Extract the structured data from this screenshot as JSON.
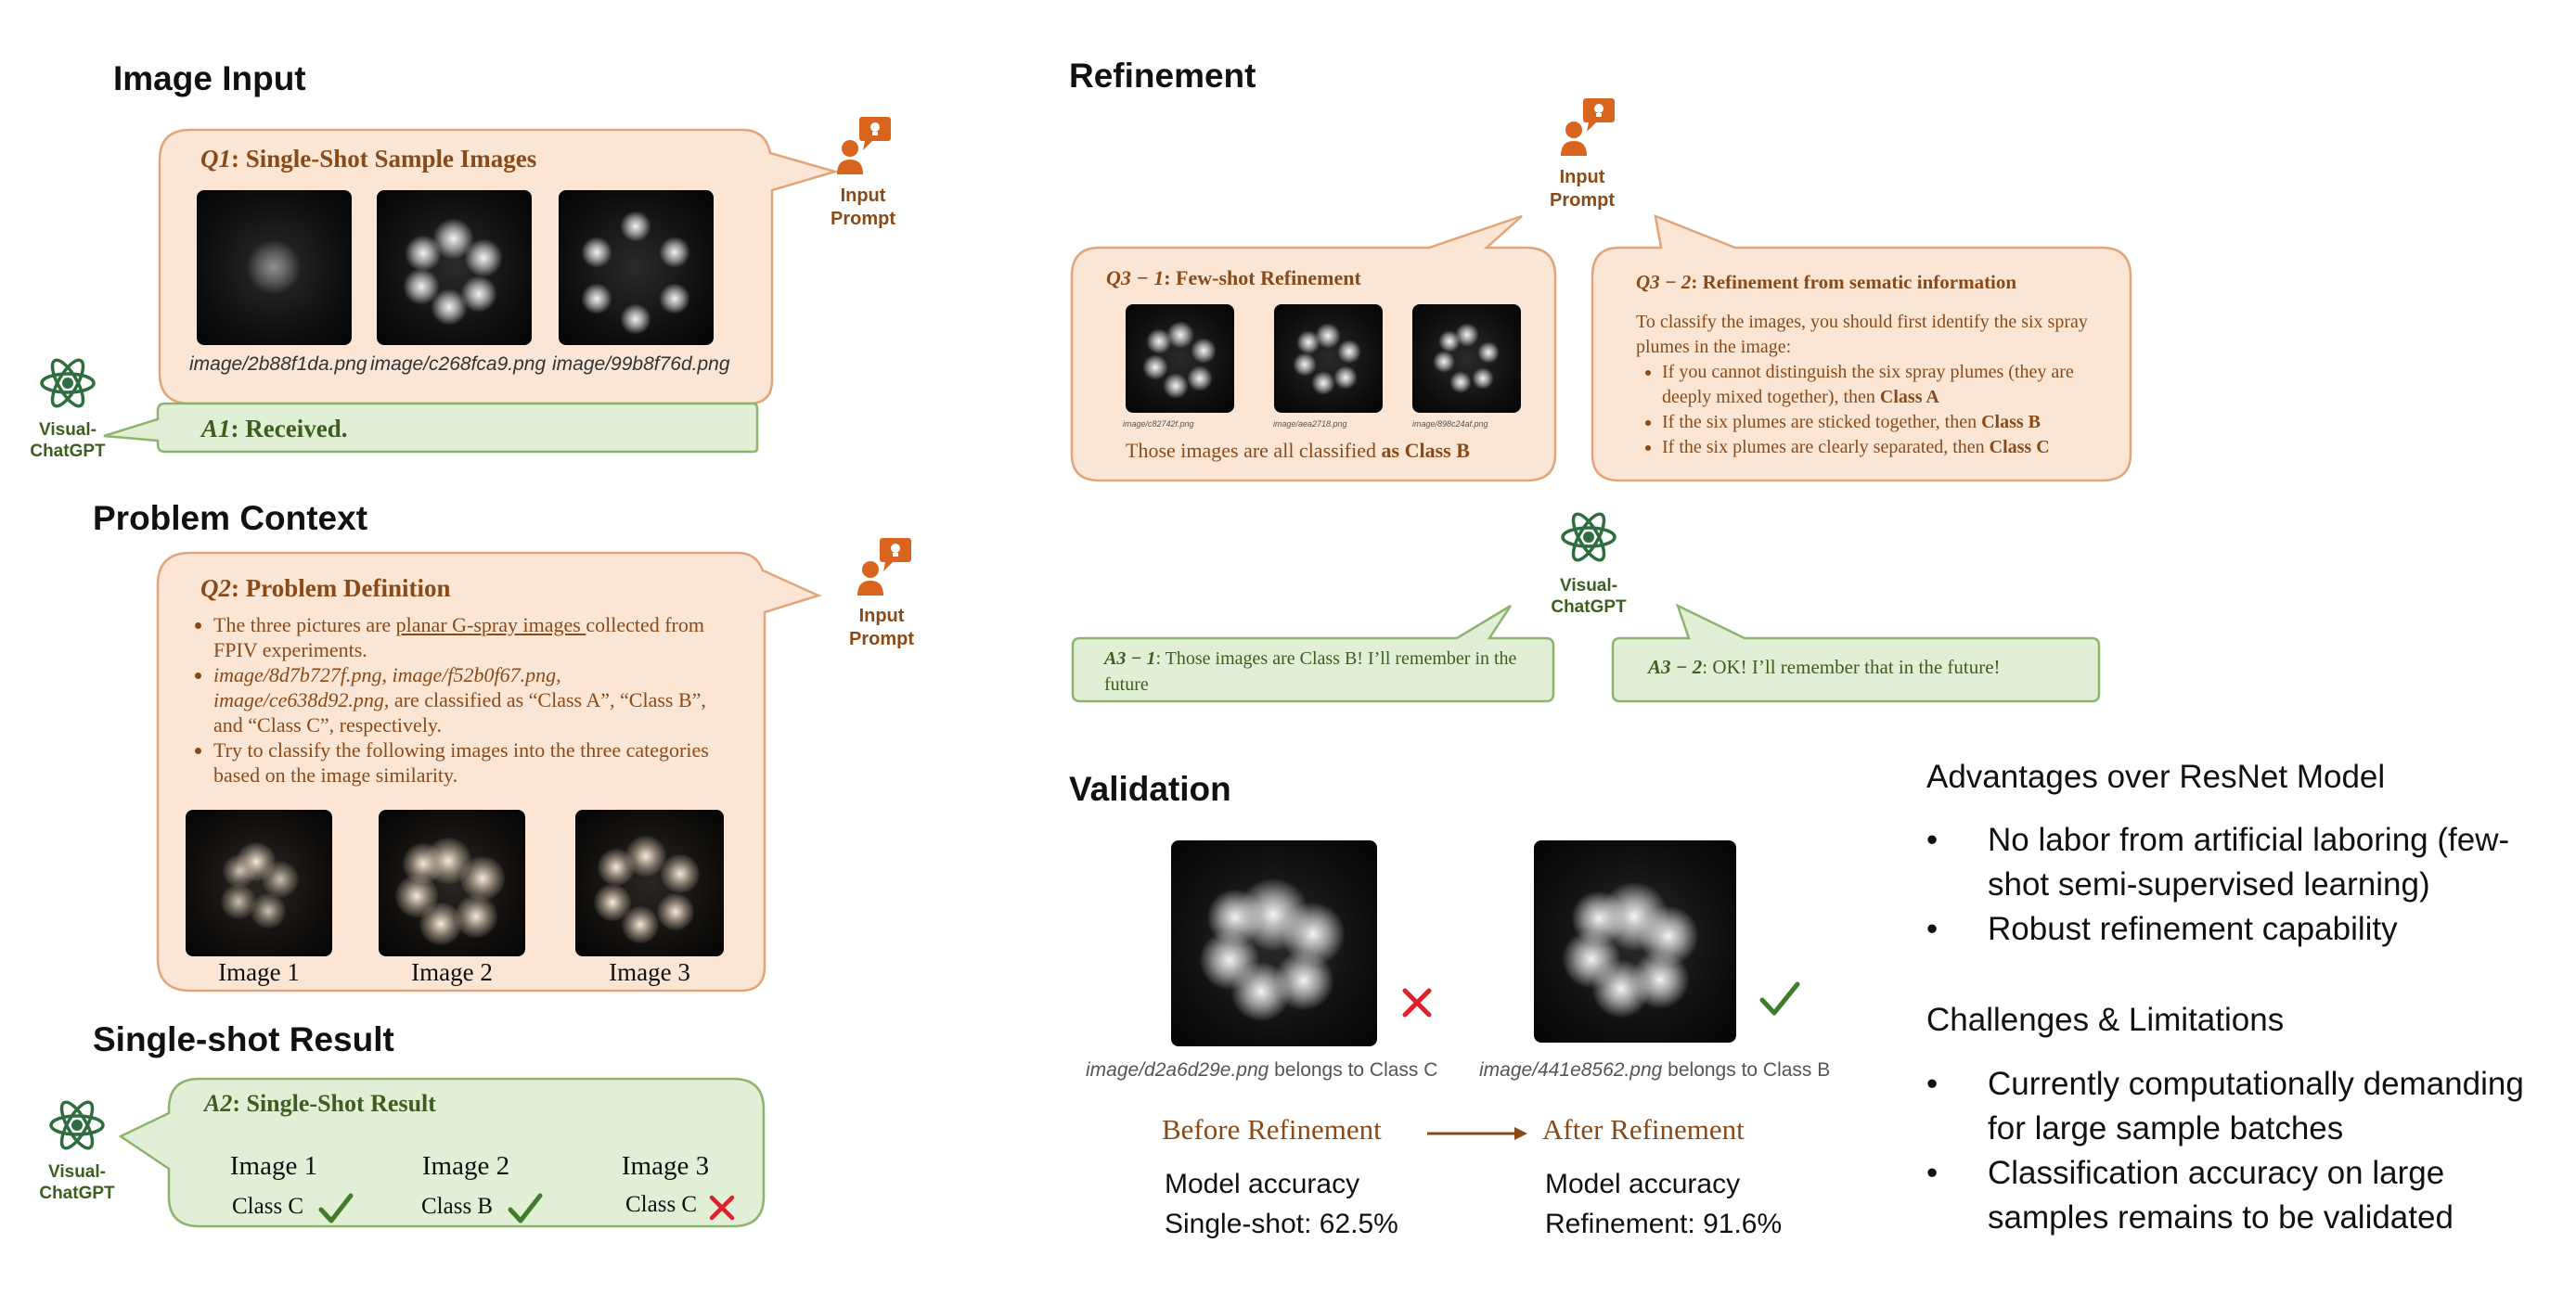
{
  "image_input": {
    "title": "Image Input",
    "q1_label": "Q1",
    "q1_title": ": Single-Shot Sample Images",
    "images": [
      "image/2b88f1da.png",
      "image/c268fca9.png",
      "image/99b8f76d.png"
    ],
    "a1_label": "A1",
    "a1_text": ": Received."
  },
  "actors": {
    "input_prompt": [
      "Input",
      "Prompt"
    ],
    "visual_chatgpt": [
      "Visual-",
      "ChatGPT"
    ]
  },
  "problem_context": {
    "title": "Problem Context",
    "q2_label": "Q2",
    "q2_title": ": Problem Definition",
    "bullet1_pre": "The three pictures are ",
    "bullet1_link": "planar G-spray images ",
    "bullet1_post": "collected from FPIV experiments.",
    "bullet2_italic": "image/8d7b727f.png, image/f52b0f67.png, image/ce638d92.png,",
    "bullet2_post": " are classified as “Class A”, “Class B”, and “Class C”, respectively.",
    "bullet3": "Try to classify the following images into the three categories based on the image similarity.",
    "image_labels": [
      "Image 1",
      "Image 2",
      "Image 3"
    ]
  },
  "single_shot": {
    "title": "Single-shot Result",
    "a2_label": "A2",
    "a2_title": ": Single-Shot Result",
    "columns": [
      {
        "image": "Image 1",
        "cls": "Class C",
        "correct": true
      },
      {
        "image": "Image 2",
        "cls": "Class B",
        "correct": true
      },
      {
        "image": "Image 3",
        "cls": "Class C",
        "correct": false
      }
    ]
  },
  "refinement": {
    "title": "Refinement",
    "q31_label": "Q3 − 1",
    "q31_title": ": Few-shot Refinement",
    "q31_images": [
      "image/c82742f.png",
      "image/aea2718.png",
      "image/898c24af.png"
    ],
    "q31_caption_pre": "Those images are all classified ",
    "q31_caption_bold": "as Class B",
    "q32_label": "Q3 − 2",
    "q32_title": ": Refinement from sematic information",
    "q32_intro": "To classify the images, you should first identify the six spray plumes in the image:",
    "q32_b1_pre": "If you cannot distinguish the six spray plumes (they are deeply mixed together), then ",
    "q32_b1_bold": "Class A",
    "q32_b2_pre": "If the six plumes are sticked together, then ",
    "q32_b2_bold": "Class B",
    "q32_b3_pre": "If the six plumes are clearly separated, then ",
    "q32_b3_bold": "Class C",
    "a31_label": "A3 − 1",
    "a31_text": ": Those images are Class B! I’ll remember in the future",
    "a32_label": "A3 − 2",
    "a32_text": ": OK! I’ll remember that in the future!"
  },
  "validation": {
    "title": "Validation",
    "left_caption_italic": "image/d2a6d29e.png",
    "left_caption_post": " belongs to Class C",
    "right_caption_italic": "image/441e8562.png",
    "right_caption_post": " belongs to Class B",
    "before_label": "Before Refinement",
    "after_label": "After Refinement",
    "before_acc_1": "Model accuracy",
    "before_acc_2": "Single-shot: 62.5%",
    "after_acc_1": "Model accuracy",
    "after_acc_2": "Refinement: 91.6%"
  },
  "advantages": {
    "title": "Advantages over ResNet Model",
    "items": [
      "No labor from artificial laboring (few-shot semi-supervised learning)",
      "Robust refinement capability"
    ]
  },
  "challenges": {
    "title": "Challenges & Limitations",
    "items": [
      "Currently computationally demanding for large sample batches",
      "Classification accuracy on large samples remains to be validated"
    ]
  },
  "colors": {
    "orange_fill": "#fbe5d4",
    "orange_stroke": "#e0a57a",
    "orange_text": "#8a4a18",
    "green_fill": "#e2efd7",
    "green_stroke": "#8db46c",
    "green_text": "#3d5e1f",
    "icon_orange": "#d9641e",
    "icon_green": "#2e6e3e",
    "check": "#3f7d2a",
    "cross": "#e0202a"
  }
}
